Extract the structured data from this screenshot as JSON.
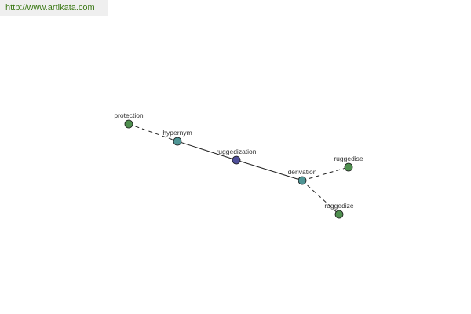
{
  "watermark": {
    "text": "http://www.artikata.com"
  },
  "graph": {
    "nodes": [
      {
        "id": "protection",
        "label": "protection",
        "color": "#4f8f4f"
      },
      {
        "id": "hypernym",
        "label": "hypernym",
        "color": "#4f9595"
      },
      {
        "id": "ruggedization",
        "label": "ruggedization",
        "color": "#4f4f9a"
      },
      {
        "id": "derivation",
        "label": "derivation",
        "color": "#4f9595"
      },
      {
        "id": "ruggedise",
        "label": "ruggedise",
        "color": "#4f8f4f"
      },
      {
        "id": "ruggedize",
        "label": "ruggedize",
        "color": "#4f8f4f"
      }
    ],
    "edges": [
      {
        "from": "protection",
        "to": "hypernym",
        "style": "dashed"
      },
      {
        "from": "hypernym",
        "to": "ruggedization",
        "style": "solid"
      },
      {
        "from": "ruggedization",
        "to": "derivation",
        "style": "solid"
      },
      {
        "from": "derivation",
        "to": "ruggedise",
        "style": "dashed"
      },
      {
        "from": "derivation",
        "to": "ruggedize",
        "style": "dashed"
      }
    ]
  }
}
